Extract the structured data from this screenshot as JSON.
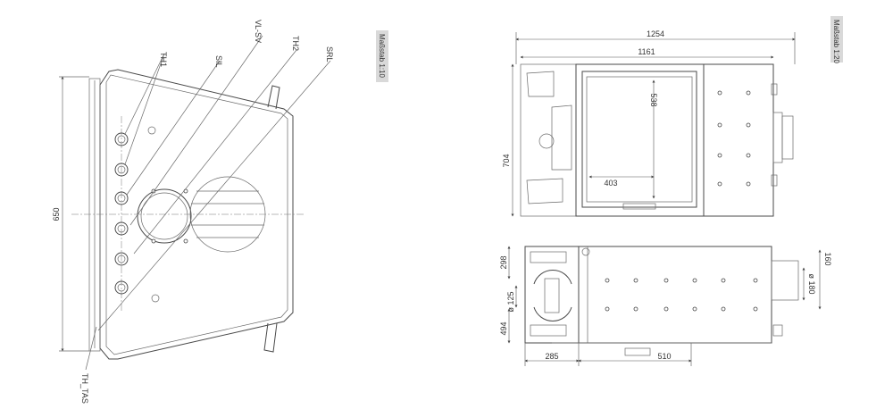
{
  "left_view": {
    "scale_label": "Maßstab 1:10",
    "callouts": {
      "th1": "TH1",
      "sil": "SIL",
      "vl_sv": "VL-SV",
      "th2": "TH2",
      "srl": "SRL",
      "th_tas": "TH_TAS"
    },
    "dim_height": "650"
  },
  "top_view": {
    "scale_label": "Maßstab 1:20",
    "dim_overall_width": "1254",
    "dim_width": "1161",
    "dim_depth": "704",
    "dim_window_height": "538",
    "dim_window_width": "403"
  },
  "bottom_view": {
    "dim_298": "298",
    "dim_125": "ø 125",
    "dim_494": "494",
    "dim_285": "285",
    "dim_510": "510",
    "dim_160": "160",
    "dim_180": "ø 180"
  }
}
